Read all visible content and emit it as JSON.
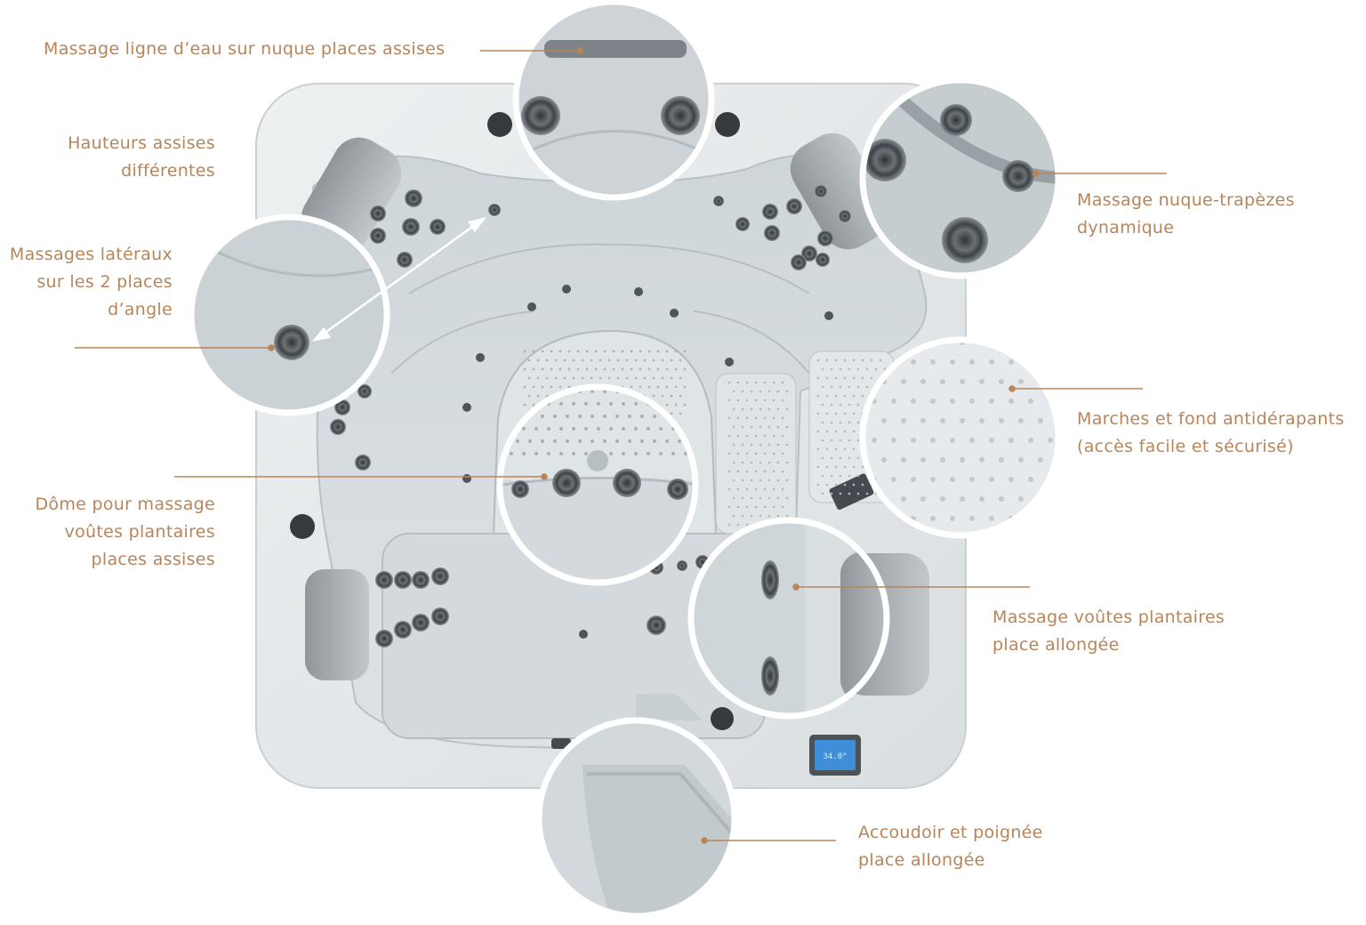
{
  "colors": {
    "label": "#b8855a",
    "leader": "#b8855a",
    "shell": "#e3e7e9",
    "basin": "#d6dcdf",
    "jet": "#4a4f54",
    "circle_border": "#ffffff",
    "display": "#3e8fd8"
  },
  "display": {
    "temperature": "34.0°"
  },
  "callouts": [
    {
      "id": "neck-waterline",
      "lines": [
        "Massage ligne d’eau sur nuque places assises"
      ]
    },
    {
      "id": "seat-heights",
      "lines": [
        "Hauteurs assises",
        "différentes"
      ]
    },
    {
      "id": "lateral-massage",
      "lines": [
        "Massages latéraux",
        "sur les 2 places",
        "d’angle"
      ]
    },
    {
      "id": "foot-dome",
      "lines": [
        "Dôme pour massage",
        "voûtes plantaires",
        "places assises"
      ]
    },
    {
      "id": "neck-trapezius",
      "lines": [
        "Massage nuque-trapèzes",
        "dynamique"
      ]
    },
    {
      "id": "anti-slip",
      "lines": [
        "Marches et fond antidérapants",
        "(accès facile et sécurisé)"
      ]
    },
    {
      "id": "foot-lounger",
      "lines": [
        "Massage voûtes plantaires",
        "place allongée"
      ]
    },
    {
      "id": "armrest",
      "lines": [
        "Accoudoir et poignée",
        "place allongée"
      ]
    }
  ]
}
